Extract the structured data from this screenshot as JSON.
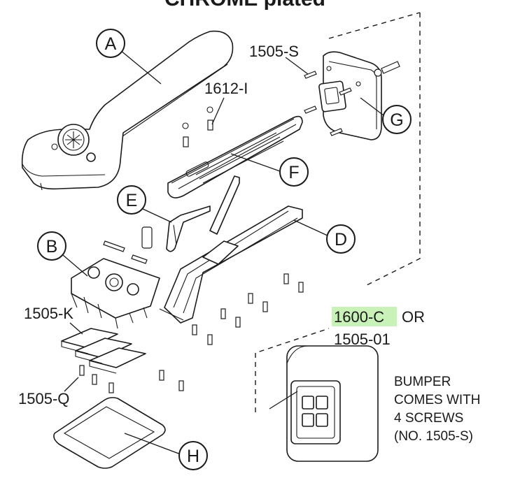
{
  "top_heading": "CHROME plated",
  "callouts": {
    "a": "A",
    "b": "B",
    "d": "D",
    "e": "E",
    "f": "F",
    "g": "G",
    "h": "H"
  },
  "part_codes": {
    "screw_s": "1505-S",
    "knob_i": "1612-I",
    "pads_k": "1505-K",
    "screw_q": "1505-Q",
    "bumper_c": "1600-C",
    "or_word": "OR",
    "bumper_01": "1505-01"
  },
  "colors": {
    "highlight": "#c9f2b8",
    "ink": "#1a1a1a"
  },
  "bumper_note": {
    "line1": "BUMPER",
    "line2": "COMES WITH",
    "line3": "4 SCREWS",
    "line4": "(NO. 1505-S)"
  }
}
